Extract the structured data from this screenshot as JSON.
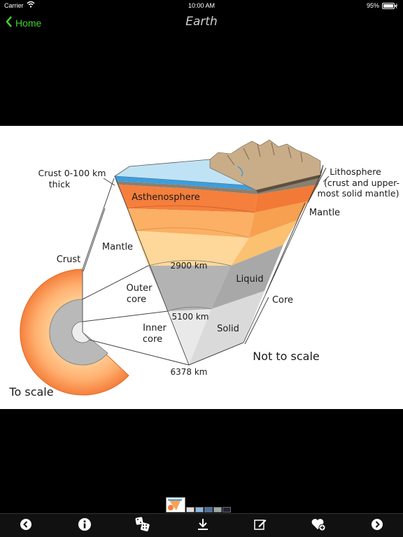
{
  "status_bar": {
    "carrier": "Carrier",
    "time": "10:00 AM",
    "battery": "95%"
  },
  "nav": {
    "back_label": "Home",
    "title": "Earth"
  },
  "figure": {
    "labels": {
      "crust_thickness_1": "Crust 0-100 km",
      "crust_thickness_2": "thick",
      "lithosphere_1": "Lithosphere",
      "lithosphere_2": "(crust and upper-",
      "lithosphere_3": "most solid mantle)",
      "asthenosphere": "Asthenosphere",
      "mantle_left": "Mantle",
      "mantle_right": "Mantle",
      "crust": "Crust",
      "depth_2900": "2900 km",
      "outer_core_1": "Outer",
      "outer_core_2": "core",
      "liquid": "Liquid",
      "core": "Core",
      "depth_5100": "5100 km",
      "inner_core_1": "Inner",
      "inner_core_2": "core",
      "solid": "Solid",
      "depth_6378": "6378 km",
      "not_to_scale": "Not to scale",
      "to_scale": "To scale"
    }
  },
  "gallery": {
    "thumbnail_count": 6
  },
  "toolbar": {
    "icons": [
      "chevron-left-icon",
      "info-icon",
      "dice-icon",
      "download-icon",
      "edit-icon",
      "heart-add-icon",
      "chevron-right-icon"
    ]
  },
  "colors": {
    "accent_green": "#3fd32a",
    "mantle_orange": "#f7a35a",
    "core_gray": "#b3b3b3"
  }
}
